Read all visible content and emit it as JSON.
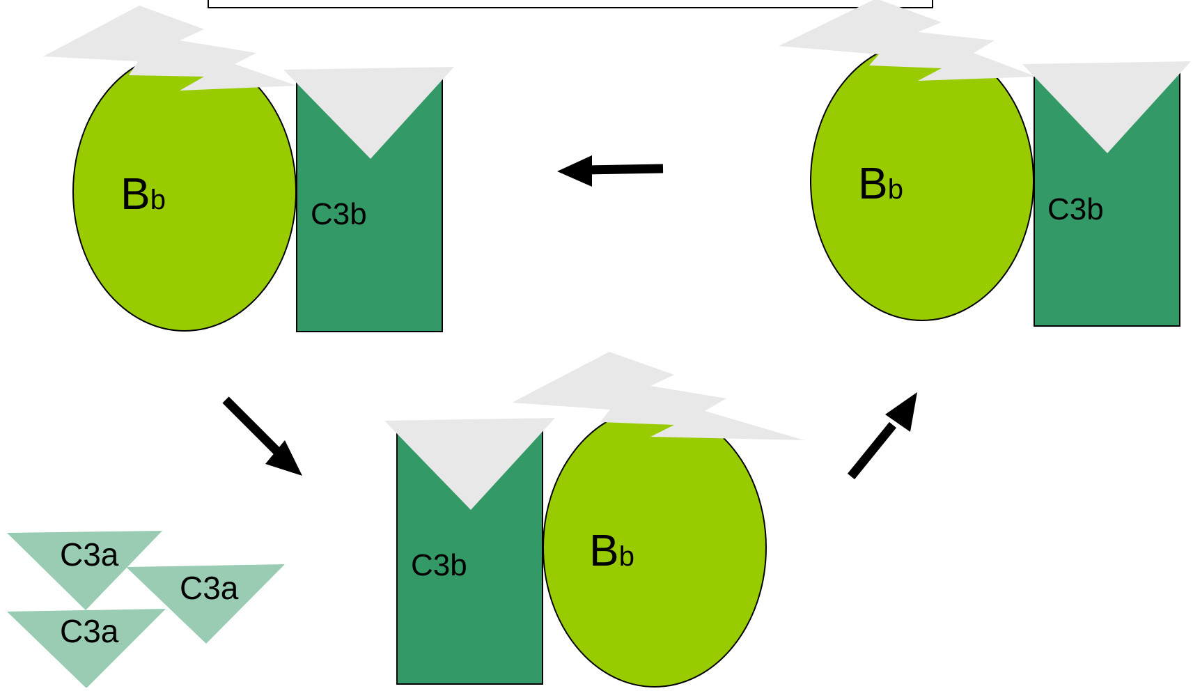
{
  "colors": {
    "bb_fill": "#99cc00",
    "c3b_fill": "#339966",
    "c3a_fill": "#99ccb3",
    "bolt_fill": "#e8e8e8",
    "arrow": "#000000",
    "outline": "#000000"
  },
  "complexes": [
    {
      "bb_main": "B",
      "bb_sub": "b",
      "c3b": "C3b"
    },
    {
      "bb_main": "B",
      "bb_sub": "b",
      "c3b": "C3b"
    },
    {
      "bb_main": "B",
      "bb_sub": "b",
      "c3b": "C3b"
    }
  ],
  "c3a_fragments": [
    "C3a",
    "C3a",
    "C3a"
  ],
  "arrows": [
    "arrow-left",
    "arrow-down-right",
    "arrow-up-right"
  ]
}
